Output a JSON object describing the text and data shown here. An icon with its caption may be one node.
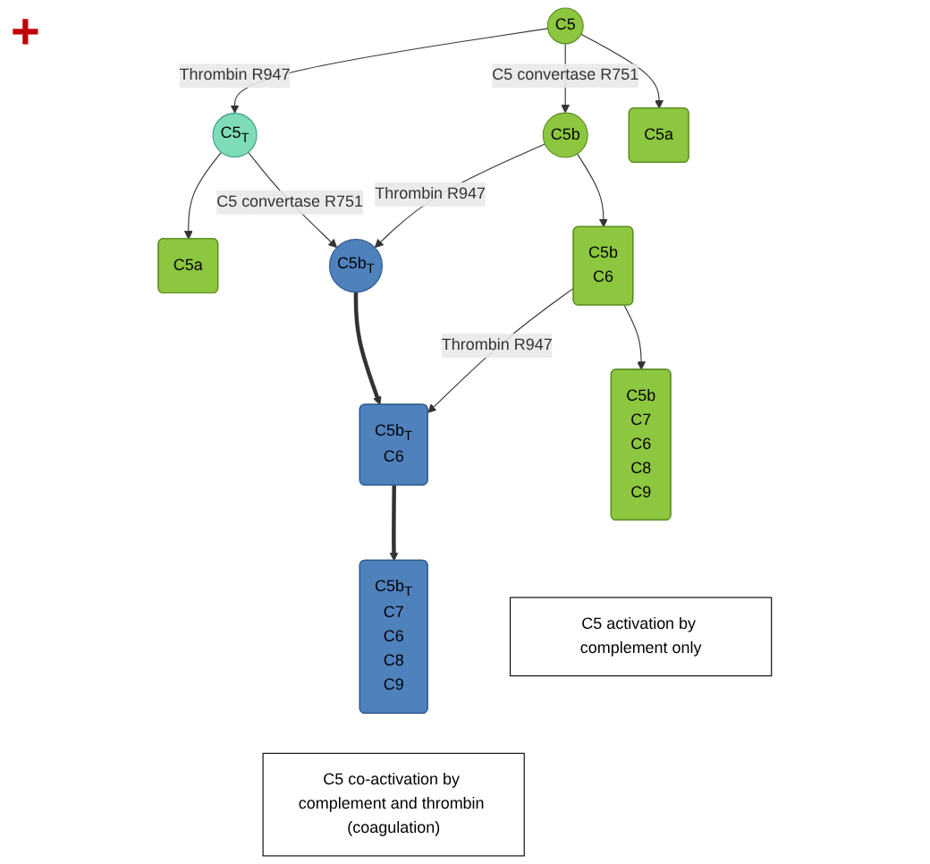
{
  "diagram": {
    "nodes": [
      {
        "text": [
          "C5"
        ]
      },
      {
        "text": [
          "C5$_{T}$"
        ]
      },
      {
        "text": [
          "C5a"
        ]
      },
      {
        "text": [
          "C5b"
        ]
      },
      {
        "text": [
          "C5a"
        ]
      },
      {
        "text": [
          "C5b$_{T}$"
        ]
      },
      {
        "text": [
          "C5b",
          "C6"
        ]
      },
      {
        "text": [
          "C5b$_{T}$",
          "C6"
        ]
      },
      {
        "text": [
          "C5b",
          "C7",
          "C6",
          "C8",
          "C9"
        ]
      },
      {
        "text": [
          "C5b$_{T}$",
          "C7",
          "C6",
          "C8",
          "C9"
        ]
      },
      {
        "text": [
          "C5 activation by complement only"
        ]
      },
      {
        "text": [
          "C5 co-activation by complement and thrombin (coagulation)"
        ]
      }
    ],
    "edges": [
      {
        "from": 0,
        "to": 1,
        "arrow": "to",
        "label": "Thrombin R947"
      },
      {
        "from": 1,
        "to": 5,
        "arrow": "to",
        "label": "C5 convertase R751"
      },
      {
        "from": 1,
        "to": 2,
        "arrow": "to"
      },
      {
        "from": 0,
        "to": 3,
        "arrow": "to",
        "label": "C5 convertase R751"
      },
      {
        "from": 0,
        "to": 4,
        "arrow": "to"
      },
      {
        "from": 3,
        "to": 5,
        "arrow": "to",
        "label": "Thrombin R947"
      },
      {
        "from": 3,
        "to": 6,
        "arrow": "to"
      },
      {
        "from": 5,
        "to": 7,
        "arrow": "to",
        "style": "thick"
      },
      {
        "from": 6,
        "to": 7,
        "arrow": "to",
        "label": "Thrombin R947"
      },
      {
        "from": 6,
        "to": 8,
        "arrow": "to"
      },
      {
        "from": 7,
        "to": 9,
        "arrow": "to",
        "style": "thick"
      }
    ],
    "labels": [
      "+"
    ]
  }
}
